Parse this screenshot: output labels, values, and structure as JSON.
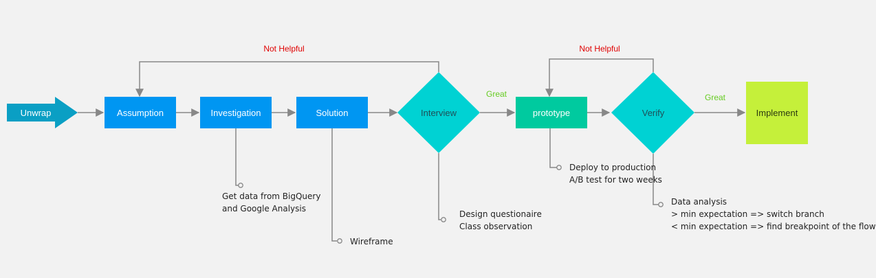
{
  "nodes": {
    "unwrap": "Unwrap",
    "assumption": "Assumption",
    "investigation": "Investigation",
    "solution": "Solution",
    "interview": "Interview",
    "prototype": "prototype",
    "verify": "Verify",
    "implement": "Implement"
  },
  "edge_labels": {
    "not_helpful_1": "Not Helpful",
    "not_helpful_2": "Not Helpful",
    "great_1": "Great",
    "great_2": "Great"
  },
  "notes": {
    "investigation": [
      "Get data from BigQuery",
      "and Google Analysis"
    ],
    "solution": [
      "Wireframe"
    ],
    "interview": [
      "Design questionaire",
      "Class observation"
    ],
    "prototype": [
      "Deploy to production",
      "A/B test for two weeks"
    ],
    "verify": [
      "Data analysis",
      "> min expectation => switch branch",
      "< min expectation => find breakpoint of the flow"
    ]
  },
  "colors": {
    "process_blue": "#0096f2",
    "unwrap_teal": "#0a9fc4",
    "decision_cyan": "#00d2d3",
    "prototype_green": "#00ca9f",
    "implement_lime": "#c5f03a",
    "not_helpful_red": "#e00000",
    "great_green": "#66cc22",
    "connector_gray": "#888888"
  }
}
